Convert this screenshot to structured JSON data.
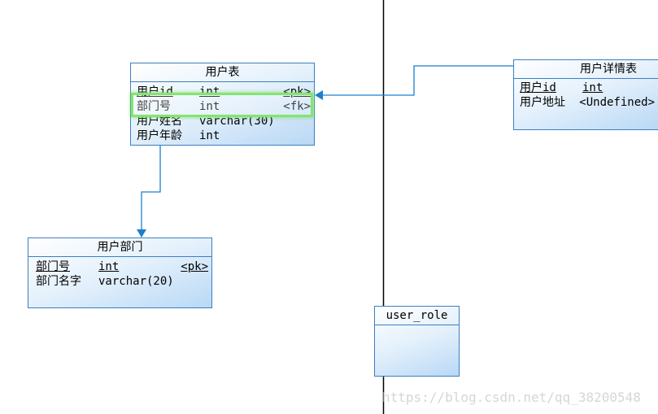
{
  "entities": {
    "user_table": {
      "title": "用户表",
      "attrs": [
        {
          "name": "用户id",
          "type": "int",
          "key": "<pk>"
        },
        {
          "name": "部门号",
          "type": "int",
          "key": "<fk>"
        },
        {
          "name": "用户姓名",
          "type": "varchar(30)",
          "key": ""
        },
        {
          "name": "用户年龄",
          "type": "int",
          "key": ""
        }
      ]
    },
    "user_detail": {
      "title": "用户详情表",
      "attrs": [
        {
          "name": "用户id",
          "type": "int",
          "key": ""
        },
        {
          "name": "用户地址",
          "type": "<Undefined>",
          "key": ""
        }
      ]
    },
    "user_dept": {
      "title": "用户部门",
      "attrs": [
        {
          "name": "部门号",
          "type": "int",
          "key": "<pk>"
        },
        {
          "name": "部门名字",
          "type": "varchar(20)",
          "key": ""
        }
      ]
    },
    "user_role": {
      "title": "user_role",
      "attrs": []
    }
  },
  "colors": {
    "entity_border": "#3b7fbf",
    "connector": "#1a7fd0",
    "highlight": "#86e46e",
    "divider": "#000000"
  },
  "watermark": "https://blog.csdn.net/qq_38200548"
}
